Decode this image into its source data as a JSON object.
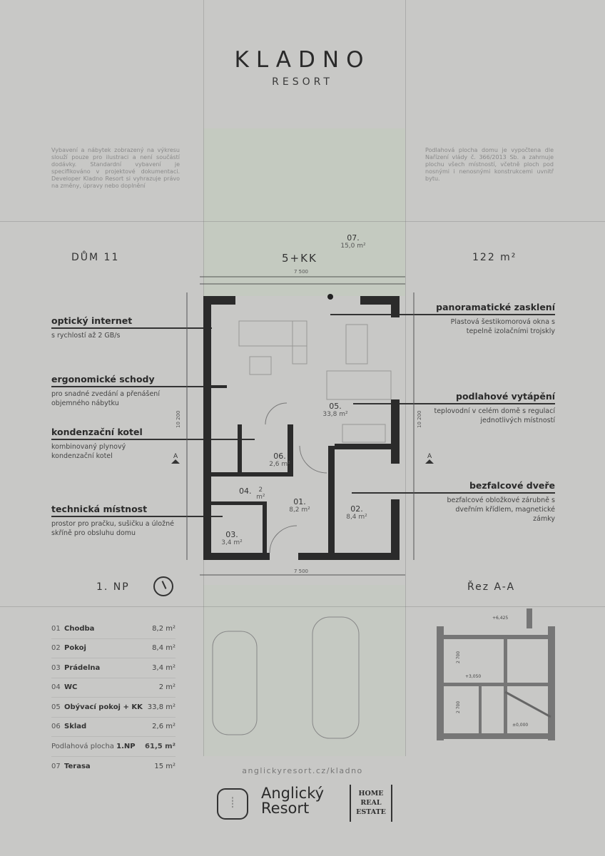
{
  "header": {
    "title": "KLADNO",
    "subtitle": "RESORT"
  },
  "notes": {
    "left": "Vybavení a nábytek zobrazený na výkresu slouží pouze pro ilustraci a není součástí dodávky. Standardní vybavení je specifikováno v projektové dokumentaci. Developer Kladno Resort si vyhrazuje právo na změny, úpravy nebo doplnění",
    "right": "Podlahová plocha domu je vypočtena dle Nařízení vlády č. 366/2013 Sb. a zahrnuje plochu všech místností, včetně ploch pod nosnými i nenosnými konstrukcemi uvnitř bytu."
  },
  "house": {
    "name": "DŮM 11",
    "layout": "5+KK",
    "area": "122 m²"
  },
  "features_left": [
    {
      "title": "optický internet",
      "desc": "s rychlostí až 2 GB/s"
    },
    {
      "title": "ergonomické schody",
      "desc": "pro snadné zvedání a přenášení objemného nábytku"
    },
    {
      "title": "kondenzační kotel",
      "desc": "kombinovaný plynový kondenzační kotel"
    },
    {
      "title": "technická místnost",
      "desc": "prostor pro pračku, sušičku a úložné skříně pro obsluhu domu"
    }
  ],
  "features_right": [
    {
      "title": "panoramatické zasklení",
      "desc": "Plastová šestikomorová okna s tepelně izolačními trojskly"
    },
    {
      "title": "podlahové vytápění",
      "desc": "teplovodní v celém domě s regulací jednotlivých místností"
    },
    {
      "title": "bezfalcové dveře",
      "desc": "bezfalcové obložkové zárubně s dveřním křídlem, magnetické zámky"
    }
  ],
  "plan": {
    "dim_width": "7 500",
    "dim_height": "10 200",
    "section_mark": "A",
    "rooms": [
      {
        "num": "07.",
        "area": "15,0 m²"
      },
      {
        "num": "05.",
        "area": "33,8 m²"
      },
      {
        "num": "06.",
        "area": "2,6 m²"
      },
      {
        "num": "04.",
        "area": "2 m²"
      },
      {
        "num": "01.",
        "area": "8,2 m²"
      },
      {
        "num": "02.",
        "area": "8,4 m²"
      },
      {
        "num": "03.",
        "area": "3,4 m²"
      }
    ]
  },
  "floor_label": "1. NP",
  "section": {
    "label": "Řez A-A",
    "levels": [
      "+6,425",
      "+3,050",
      "±0,000"
    ],
    "heights": [
      "2 700",
      "2 700"
    ]
  },
  "rooms_table": [
    {
      "num": "01",
      "name": "Chodba",
      "area": "8,2 m²"
    },
    {
      "num": "02",
      "name": "Pokoj",
      "area": "8,4 m²"
    },
    {
      "num": "03",
      "name": "Prádelna",
      "area": "3,4 m²"
    },
    {
      "num": "04",
      "name": "WC",
      "area": "2 m²"
    },
    {
      "num": "05",
      "name": "Obývací pokoj + KK",
      "area": "33,8 m²"
    },
    {
      "num": "06",
      "name": "Sklad",
      "area": "2,6 m²"
    }
  ],
  "total": {
    "label": "Podlahová plocha",
    "floor": "1.NP",
    "area": "61,5 m²"
  },
  "terrace": {
    "num": "07",
    "name": "Terasa",
    "area": "15 m²"
  },
  "footer": {
    "url": "anglickyresort.cz/kladno",
    "brand_line1": "Anglický",
    "brand_line2": "Resort",
    "partner": [
      "HOME",
      "REAL",
      "ESTATE"
    ]
  }
}
